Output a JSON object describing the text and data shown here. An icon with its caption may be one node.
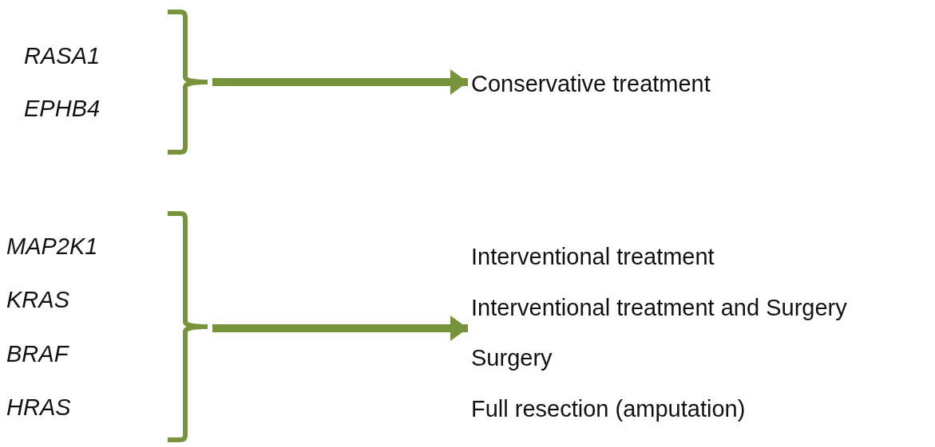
{
  "diagram": {
    "nodes": [
      {
        "text": [
          "RASA1",
          "EPHB4"
        ]
      },
      {
        "text": [
          "Conservative treatment"
        ]
      },
      {
        "text": [
          "MAP2K1",
          "KRAS",
          "BRAF",
          "HRAS"
        ]
      },
      {
        "text": [
          "Interventional treatment",
          "Interventional treatment and Surgery",
          "Surgery",
          "Full resection (amputation)"
        ]
      }
    ],
    "edges": [
      {
        "from": 0,
        "to": 1,
        "arrow": "to",
        "color": "#77933c"
      },
      {
        "from": 2,
        "to": 3,
        "arrow": "to",
        "color": "#77933c"
      }
    ]
  }
}
